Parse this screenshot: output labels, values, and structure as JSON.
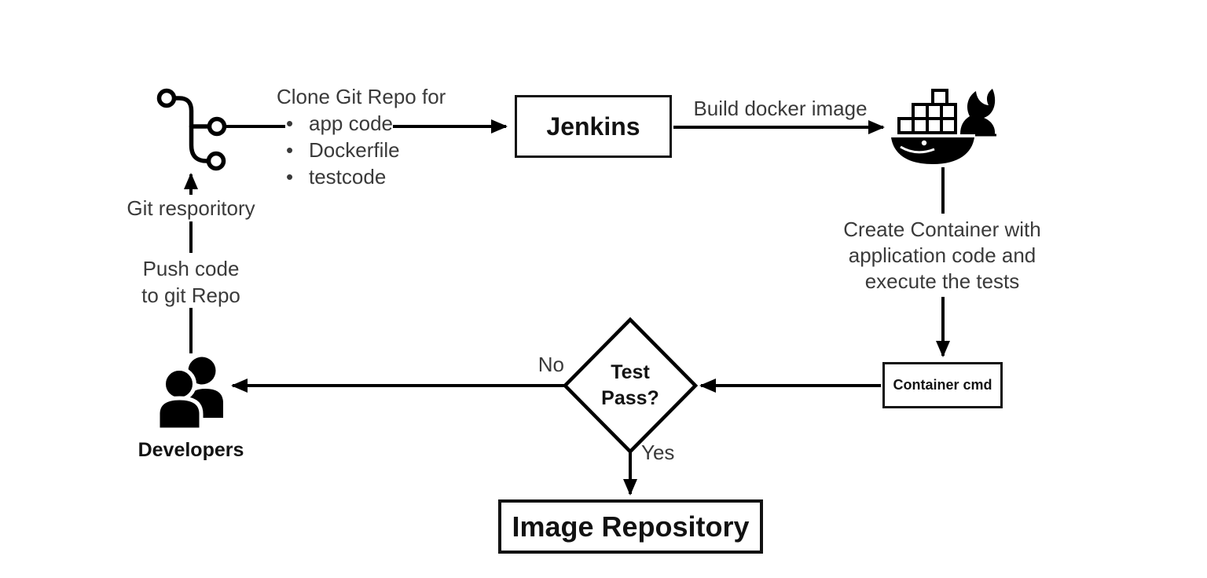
{
  "colors": {
    "background": "#ffffff",
    "line": "#000000",
    "label_text": "#3a3a3a",
    "node_text": "#121212"
  },
  "nodes": {
    "git": {
      "icon": "git-branch-icon"
    },
    "jenkins": {
      "label": "Jenkins"
    },
    "docker": {
      "icon": "docker-whale-icon"
    },
    "container_cmd": {
      "label": "Container cmd"
    },
    "decision": {
      "lines": [
        "Test",
        "Pass?"
      ]
    },
    "image_repository": {
      "label": "Image Repository"
    },
    "developers": {
      "label": "Developers",
      "icon": "developers-icon"
    }
  },
  "labels": {
    "clone_note": {
      "title": "Clone Git Repo for",
      "items": [
        "app code",
        "Dockerfile",
        "testcode"
      ]
    },
    "build_docker": "Build docker image",
    "create_container": {
      "lines": [
        "Create Container with",
        "application code and",
        "execute the tests"
      ]
    },
    "git_repository": "Git resporitory",
    "push_code": {
      "lines": [
        "Push code",
        "to git Repo"
      ]
    },
    "no": "No",
    "yes": "Yes"
  }
}
